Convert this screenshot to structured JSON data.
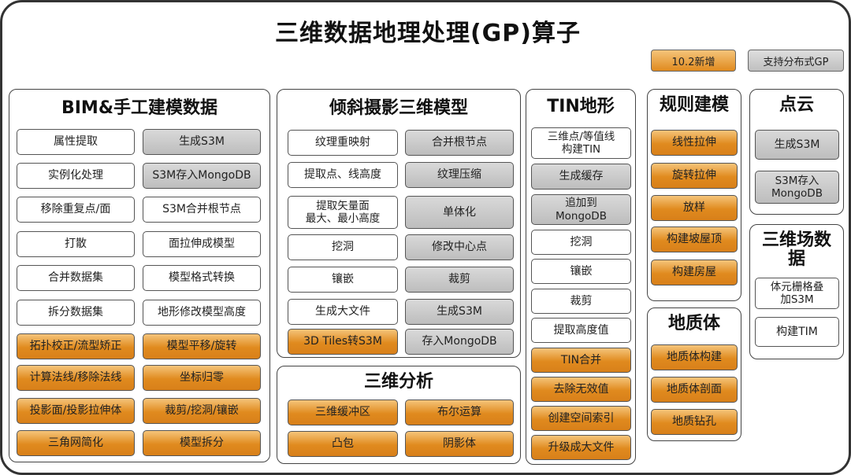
{
  "title": "三维数据地理处理(GP)算子",
  "legend": {
    "new": "10.2新增",
    "distributed": "支持分布式GP"
  },
  "colors": {
    "new": "#e08a1e",
    "distributed": "#c8c8c8",
    "normal": "#ffffff"
  },
  "sections": {
    "bim": {
      "title": "BIM&手工建模数据",
      "items": [
        "属性提取",
        "生成S3M",
        "实例化处理",
        "S3M存入MongoDB",
        "移除重复点/面",
        "S3M合并根节点",
        "打散",
        "面拉伸成模型",
        "合并数据集",
        "模型格式转换",
        "拆分数据集",
        "地形修改模型高度",
        "拓扑校正/流型矫正",
        "模型平移/旋转",
        "计算法线/移除法线",
        "坐标归零",
        "投影面/投影拉伸体",
        "裁剪/挖洞/镶嵌",
        "三角网简化",
        "模型拆分"
      ]
    },
    "oblique": {
      "title": "倾斜摄影三维模型",
      "items": [
        "纹理重映射",
        "合并根节点",
        "提取点、线高度",
        "纹理压缩",
        "提取矢量面\n最大、最小高度",
        "单体化",
        "挖洞",
        "修改中心点",
        "镶嵌",
        "裁剪",
        "生成大文件",
        "生成S3M",
        "3D Tiles转S3M",
        "存入MongoDB"
      ]
    },
    "analysis": {
      "title": "三维分析",
      "items": [
        "三维缓冲区",
        "布尔运算",
        "凸包",
        "阴影体"
      ]
    },
    "tin": {
      "title": "TIN地形",
      "items": [
        "三维点/等值线\n构建TIN",
        "生成缓存",
        "追加到\nMongoDB",
        "挖洞",
        "镶嵌",
        "裁剪",
        "提取高度值",
        "TIN合并",
        "去除无效值",
        "创建空间索引",
        "升级成大文件"
      ]
    },
    "rule": {
      "title": "规则建模",
      "items": [
        "线性拉伸",
        "旋转拉伸",
        "放样",
        "构建坡屋顶",
        "构建房屋"
      ]
    },
    "geo": {
      "title": "地质体",
      "items": [
        "地质体构建",
        "地质体剖面",
        "地质钻孔"
      ]
    },
    "cloud": {
      "title": "点云",
      "items": [
        "生成S3M",
        "S3M存入\nMongoDB"
      ]
    },
    "field": {
      "title": "三维场数\n据",
      "items": [
        "体元栅格叠\n加S3M",
        "构建TIM"
      ]
    }
  }
}
